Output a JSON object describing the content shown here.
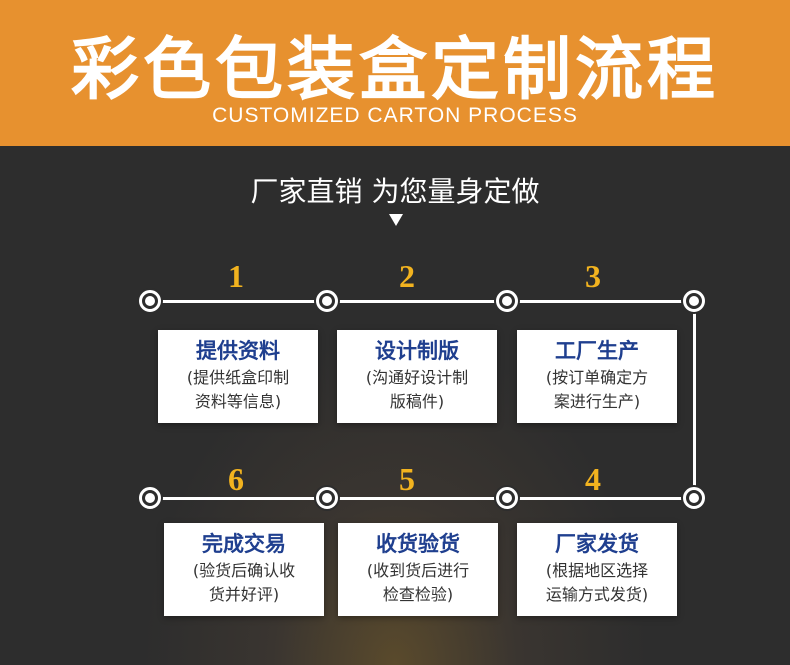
{
  "header": {
    "title": "彩色包装盒定制流程",
    "subtitle": "CUSTOMIZED CARTON PROCESS"
  },
  "slogan": "厂家直销 为您量身定做",
  "colors": {
    "header_bg": "#e7912f",
    "body_bg": "#2d2d2d",
    "step_number": "#f2b31f",
    "card_title": "#1f3f8f"
  },
  "steps": [
    {
      "number": "1",
      "title": "提供资料",
      "desc": "(提供纸盒印制\n资料等信息)"
    },
    {
      "number": "2",
      "title": "设计制版",
      "desc": "(沟通好设计制\n版稿件)"
    },
    {
      "number": "3",
      "title": "工厂生产",
      "desc": "(按订单确定方\n案进行生产)"
    },
    {
      "number": "4",
      "title": "厂家发货",
      "desc": "(根据地区选择\n运输方式发货)"
    },
    {
      "number": "5",
      "title": "收货验货",
      "desc": "(收到货后进行\n检查检验)"
    },
    {
      "number": "6",
      "title": "完成交易",
      "desc": "(验货后确认收\n货并好评)"
    }
  ]
}
